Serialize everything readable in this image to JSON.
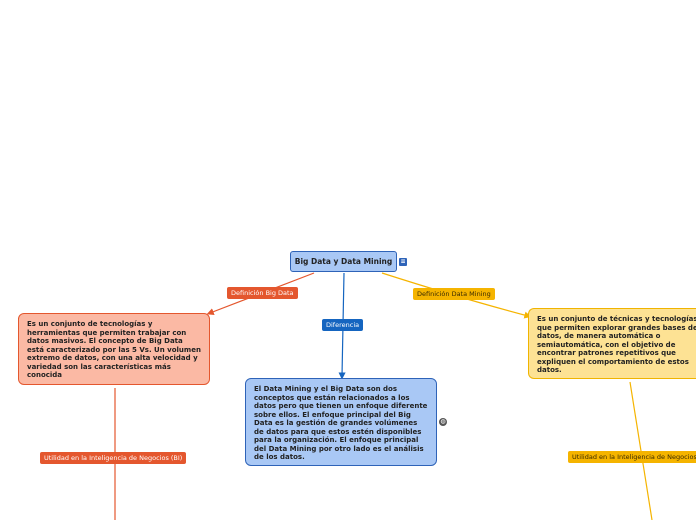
{
  "mindmap": {
    "root": {
      "label": "Big Data y Data Mining"
    },
    "left_branch": {
      "label": "Definición Big Data",
      "text": "Es un conjunto de tecnologías y herramientas que permiten trabajar con datos masivos. El concepto de Big Data está caracterizado por las 5 Vs. Un volumen extremo de datos, con una alta velocidad y variedad son las características más conocida",
      "child_label": "Utilidad en la Inteligencia de Negocios (BI)"
    },
    "center_branch": {
      "label": "Diferencia",
      "text": "El Data Mining y el Big Data son dos conceptos que están relacionados a los datos pero que tienen un enfoque diferente sobre ellos. El enfoque principal del Big Data es la gestión de grandes volúmenes de datos para que estos estén disponibles para la organización. El enfoque principal del Data Mining por otro lado es el análisis de los datos."
    },
    "right_branch": {
      "label": "Definición Data Mining",
      "text": "Es un conjunto de técnicas y tecnologías que permiten explorar grandes bases de datos, de manera automática o semiautomática, con el objetivo de encontrar patrones repetitivos que expliquen el comportamiento de estos datos.",
      "child_label": "Utilidad en la Inteligencia de Negocios"
    },
    "colors": {
      "left": "#e4572e",
      "center": "#1565c0",
      "right": "#f5b400"
    },
    "icons": {
      "root_note": "note-icon",
      "center_link": "globe-icon"
    }
  }
}
